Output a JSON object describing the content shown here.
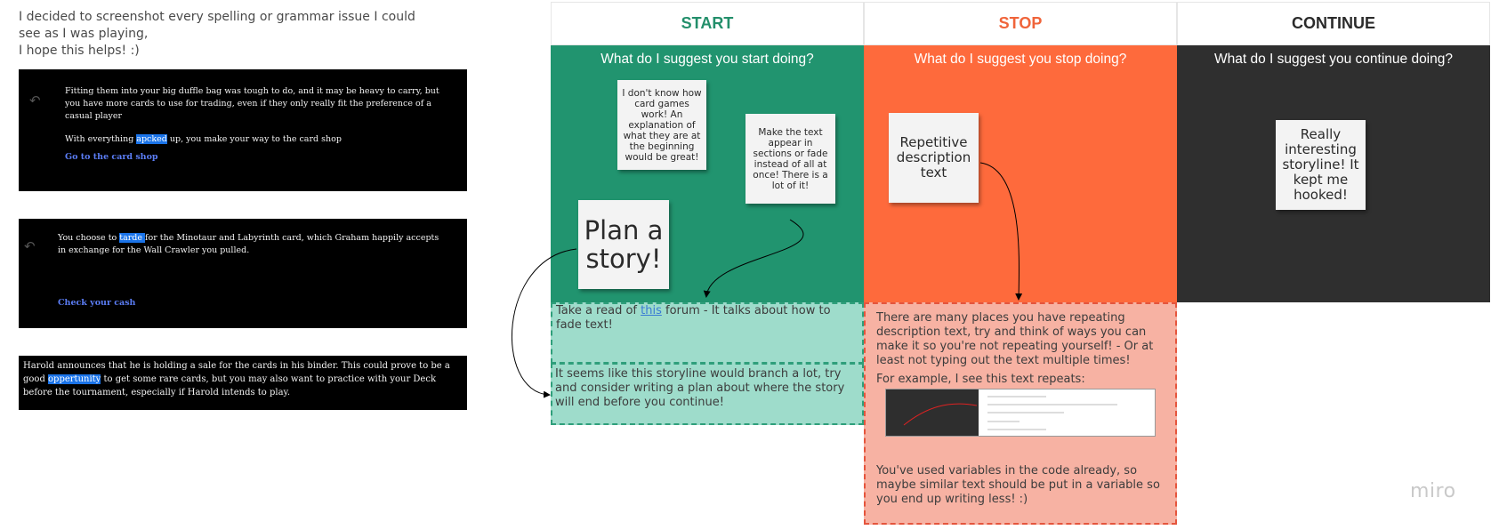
{
  "intro": {
    "line1": "I decided to screenshot every spelling or grammar issue I could see as I was playing,",
    "line2": "I hope this helps! :)"
  },
  "shots": [
    {
      "text1": "Fitting them into your big duffle bag was tough to do, and it may be heavy to carry, but you have more cards to use for trading, even if they only really fit the preference of a casual player",
      "text2_pre": "With everything ",
      "text2_hl": "apcked",
      "text2_post": " up, you make your way to the card shop",
      "link": "Go to the card shop"
    },
    {
      "text1_pre": "You choose to ",
      "text1_hl": "tarde ",
      "text1_post": "for the Minotaur and Labyrinth card, which Graham happily accepts in exchange for the Wall Crawler you pulled.",
      "link": "Check your cash"
    },
    {
      "text1_pre": "Harold announces that he is holding a sale for the cards in his binder. This could prove to be a good ",
      "text1_hl": "oppertunity",
      "text1_post": " to get some rare cards, but you may also want to practice with your Deck before the tournament, especially if Harold intends to play."
    }
  ],
  "columns": {
    "start": {
      "title": "START",
      "panel_title": "What do I suggest you start doing?",
      "color": "#238f6b",
      "panel_color": "#21946f"
    },
    "stop": {
      "title": "STOP",
      "panel_title": "What do I suggest you stop doing?",
      "color": "#f0643a",
      "panel_color": "#fe6a3c"
    },
    "continue": {
      "title": "CONTINUE",
      "panel_title": "What do I suggest you continue doing?",
      "color": "#2b2b2b",
      "panel_color": "#2f2f2f"
    }
  },
  "stickies": {
    "cardgames": "I don't know how card games work! An explanation of what they are at the beginning would be great!",
    "text_appear": "Make the text appear in sections or fade instead of all at once! There is a lot of it!",
    "plan": "Plan a story!",
    "repetitive": "Repetitive description text",
    "storyline": "Really interesting storyline! It kept me hooked!"
  },
  "notes": {
    "forum_pre": "Take a read of ",
    "forum_link": "this",
    "forum_post": " forum - It talks about how to fade text!",
    "branch": "It seems like this storyline would branch a lot, try and consider writing a plan about where the story will end before you continue!",
    "repeat1": "There are many places you have repeating description text, try and think of ways you can make it so you're not repeating yourself! - Or at least not typing out the text multiple times!",
    "repeat2": "For example, I see this text repeats:",
    "variables": "You've used variables in the code already, so maybe similar text should be put in a variable so you end up writing less! :)"
  },
  "embedded_code": {
    "lines": [
      "",
      "",
      "",
      "",
      ""
    ]
  },
  "watermark": "miro"
}
